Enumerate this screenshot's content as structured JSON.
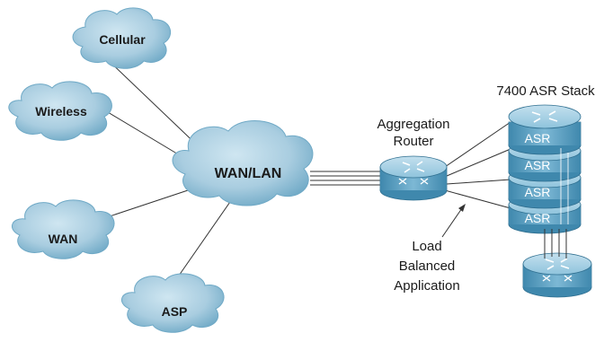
{
  "clouds": {
    "cellular": "Cellular",
    "wireless": "Wireless",
    "wan": "WAN",
    "asp": "ASP",
    "wan_lan": "WAN/LAN"
  },
  "labels": {
    "aggregation_router": [
      "Aggregation",
      "Router"
    ],
    "stack_title": "7400 ASR Stack",
    "load_balanced": [
      "Load",
      "Balanced",
      "Application"
    ]
  },
  "stack": {
    "unit_label": "ASR",
    "units": [
      "ASR",
      "ASR",
      "ASR",
      "ASR"
    ]
  },
  "colors": {
    "cloud_fill": "#a9cde0",
    "cloud_dark": "#5f9fbe",
    "device_light": "#8ec3dc",
    "device_dark": "#3f88ad",
    "link": "#333333"
  }
}
